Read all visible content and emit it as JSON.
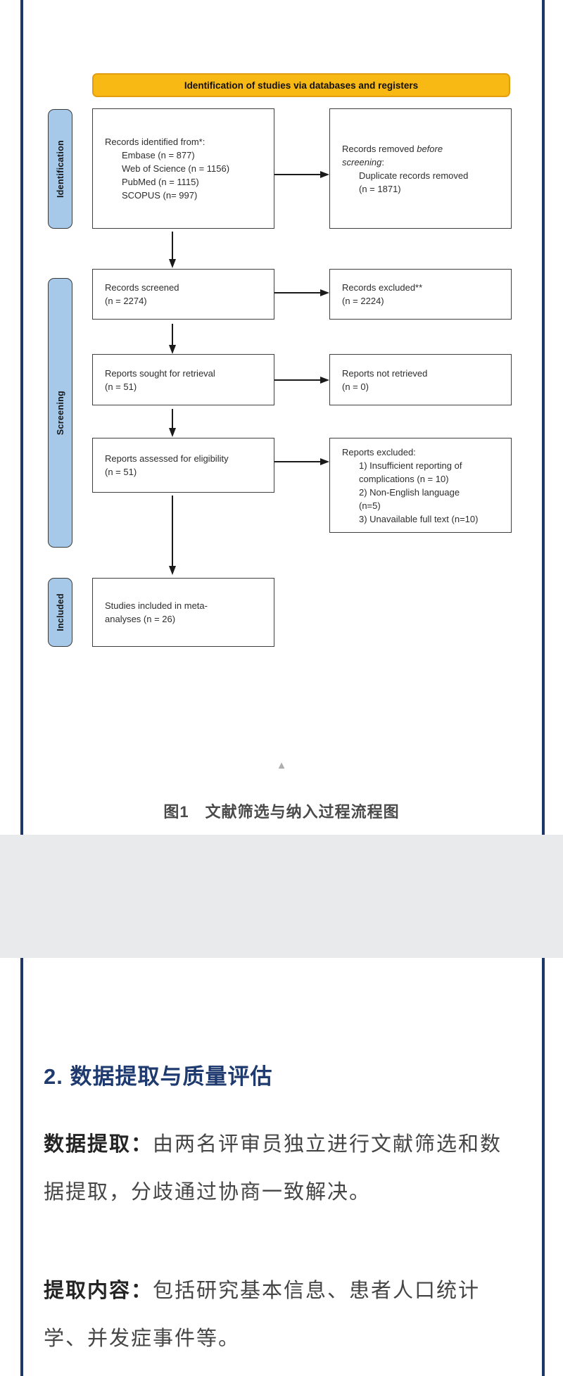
{
  "colors": {
    "frame_navy": "#1d3868",
    "banner_yellow": "#f9b915",
    "stage_blue": "#a6c9e9",
    "grey_band": "#e9eaeb",
    "heading_navy": "#1e3a6e"
  },
  "flowchart": {
    "banner": "Identification of studies via databases and registers",
    "stages": [
      {
        "label": "Identification"
      },
      {
        "label": "Screening"
      },
      {
        "label": "Included"
      }
    ],
    "boxes": {
      "identified": {
        "lines": [
          "Records identified from*:",
          "Embase (n = 877)",
          "Web of Science (n = 1156)",
          "PubMed (n = 1115)",
          "SCOPUS (n= 997)"
        ]
      },
      "removed": {
        "l1_pre": "Records removed ",
        "l1_italic": "before",
        "l2_italic": "screening",
        "l2_post": ":",
        "lines": [
          "Duplicate records removed",
          "(n = 1871)"
        ]
      },
      "screened": {
        "lines": [
          "Records screened",
          "(n = 2274)"
        ]
      },
      "excluded": {
        "lines": [
          "Records excluded**",
          "(n = 2224)"
        ]
      },
      "sought": {
        "lines": [
          "Reports sought for retrieval",
          "(n = 51)"
        ]
      },
      "not_retrieved": {
        "lines": [
          "Reports not retrieved",
          "(n = 0)"
        ]
      },
      "assessed": {
        "lines": [
          "Reports assessed for eligibility",
          "(n = 51)"
        ]
      },
      "reports_excluded": {
        "title": "Reports excluded:",
        "lines": [
          "1) Insufficient reporting of",
          "complications (n = 10)",
          "2) Non-English language",
          "(n=5)",
          "3) Unavailable full text (n=10)"
        ]
      },
      "included_studies": {
        "lines": [
          "Studies included in meta-",
          "analyses (n = 26)"
        ]
      }
    }
  },
  "figure": {
    "collapse_icon": "▲",
    "caption": "图1　文献筛选与纳入过程流程图"
  },
  "article": {
    "heading": "2. 数据提取与质量评估",
    "paragraphs": [
      {
        "lead": "数据提取：",
        "line1": "由两名评审员独立进行文献筛选和数",
        "line2": "据提取，分歧通过协商一致解决。"
      },
      {
        "lead": "提取内容：",
        "line1": "包括研究基本信息、患者人口统计",
        "line2": "学、并发症事件等。"
      }
    ]
  }
}
